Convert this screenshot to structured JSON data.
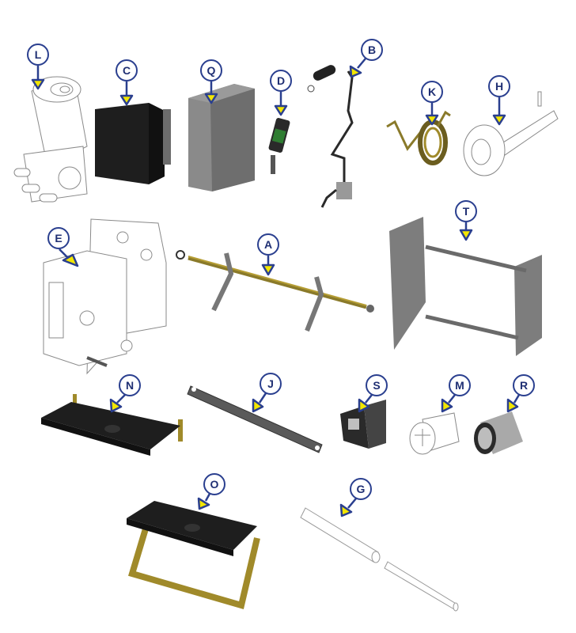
{
  "diagram": {
    "type": "exploded-parts-diagram",
    "colors": {
      "callout_ring": "#2a3f8f",
      "callout_text": "#1f2f73",
      "pointer_fill": "#f2e600",
      "black_part": "#1e1e1e",
      "gray_part": "#7d7d7d",
      "brass_part": "#a08a2a",
      "outline_part": "#9a9a9a"
    },
    "parts": [
      {
        "label": "L",
        "name": "motor-gearbox"
      },
      {
        "label": "C",
        "name": "control-box-black"
      },
      {
        "label": "Q",
        "name": "control-box-gray"
      },
      {
        "label": "D",
        "name": "limit-switch"
      },
      {
        "label": "B",
        "name": "wire-harness"
      },
      {
        "label": "K",
        "name": "torsion-spring"
      },
      {
        "label": "H",
        "name": "knob-shaft"
      },
      {
        "label": "E",
        "name": "gearbox-mount-plate"
      },
      {
        "label": "A",
        "name": "drive-shaft-assembly"
      },
      {
        "label": "T",
        "name": "frame-assembly"
      },
      {
        "label": "N",
        "name": "step-pad"
      },
      {
        "label": "J",
        "name": "link-arm"
      },
      {
        "label": "S",
        "name": "bracket"
      },
      {
        "label": "M",
        "name": "bushing-plug"
      },
      {
        "label": "R",
        "name": "bushing-sleeve"
      },
      {
        "label": "O",
        "name": "step-assembly"
      },
      {
        "label": "G",
        "name": "pin-set"
      }
    ]
  }
}
